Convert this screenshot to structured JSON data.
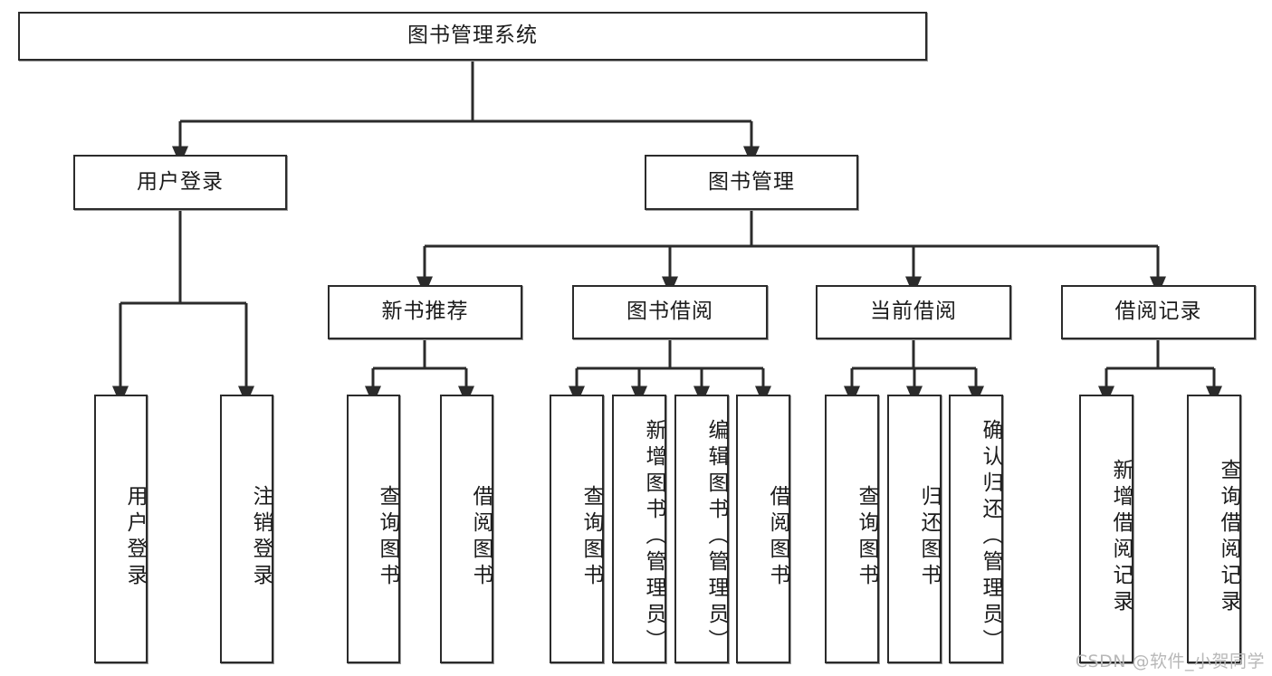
{
  "diagram": {
    "type": "tree-hierarchy",
    "title": "图书管理系统",
    "stroke_color": "#2b2b2b",
    "fill_color": "#ffffff",
    "text_color": "#1b1b1b",
    "root": {
      "label": "图书管理系统"
    },
    "level2": [
      {
        "label": "用户登录"
      },
      {
        "label": "图书管理"
      }
    ],
    "level3": [
      {
        "label": "新书推荐"
      },
      {
        "label": "图书借阅"
      },
      {
        "label": "当前借阅"
      },
      {
        "label": "借阅记录"
      }
    ],
    "leaves": [
      {
        "label": "用户登录",
        "parent": "用户登录"
      },
      {
        "label": "注销登录",
        "parent": "用户登录"
      },
      {
        "label": "查询图书",
        "parent": "新书推荐"
      },
      {
        "label": "借阅图书",
        "parent": "新书推荐"
      },
      {
        "label": "查询图书",
        "parent": "图书借阅"
      },
      {
        "label": "新增图书（管理员）",
        "parent": "图书借阅"
      },
      {
        "label": "编辑图书（管理员）",
        "parent": "图书借阅"
      },
      {
        "label": "借阅图书",
        "parent": "图书借阅"
      },
      {
        "label": "查询图书",
        "parent": "当前借阅"
      },
      {
        "label": "归还图书",
        "parent": "当前借阅"
      },
      {
        "label": "确认归还（管理员）",
        "parent": "当前借阅"
      },
      {
        "label": "新增借阅记录",
        "parent": "借阅记录"
      },
      {
        "label": "查询借阅记录",
        "parent": "借阅记录"
      }
    ]
  },
  "watermark": {
    "text": "CSDN @软件_小贺同学"
  }
}
